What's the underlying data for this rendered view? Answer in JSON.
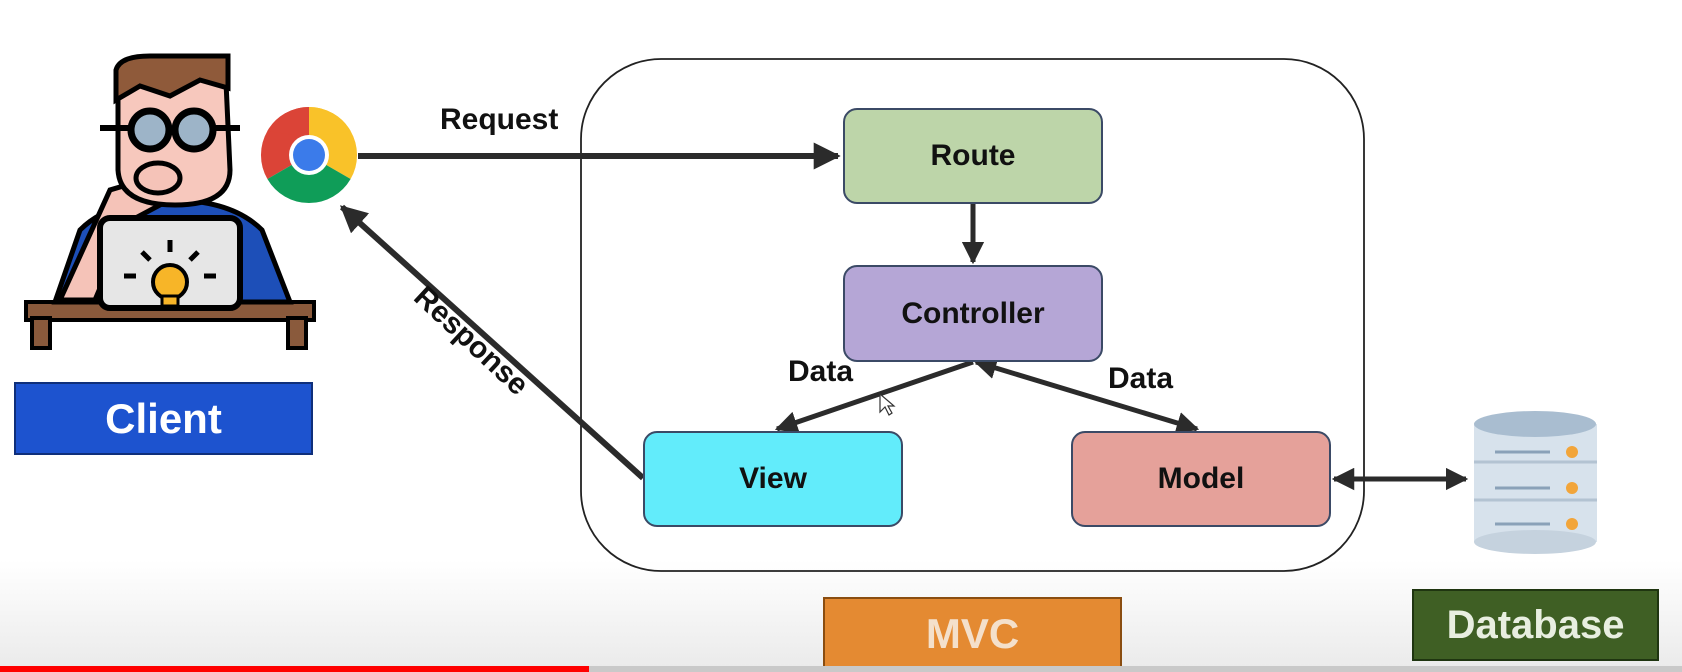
{
  "labels": {
    "request": "Request",
    "response": "Response",
    "data_left": "Data",
    "data_right": "Data"
  },
  "nodes": {
    "route": "Route",
    "controller": "Controller",
    "view": "View",
    "model": "Model"
  },
  "tags": {
    "client": "Client",
    "mvc": "MVC",
    "database": "Database"
  },
  "icons": [
    "developer-icon",
    "chrome-icon",
    "database-icon"
  ],
  "colors": {
    "route": "#bdd5a9",
    "controller": "#b5a6d6",
    "view": "#62ecfb",
    "model": "#e5a19a",
    "client_tag": "#1d53cf",
    "mvc_tag": "#e48a32",
    "database_tag": "#3f5f24",
    "progress": "#ff0000"
  },
  "video_progress": 0.35
}
